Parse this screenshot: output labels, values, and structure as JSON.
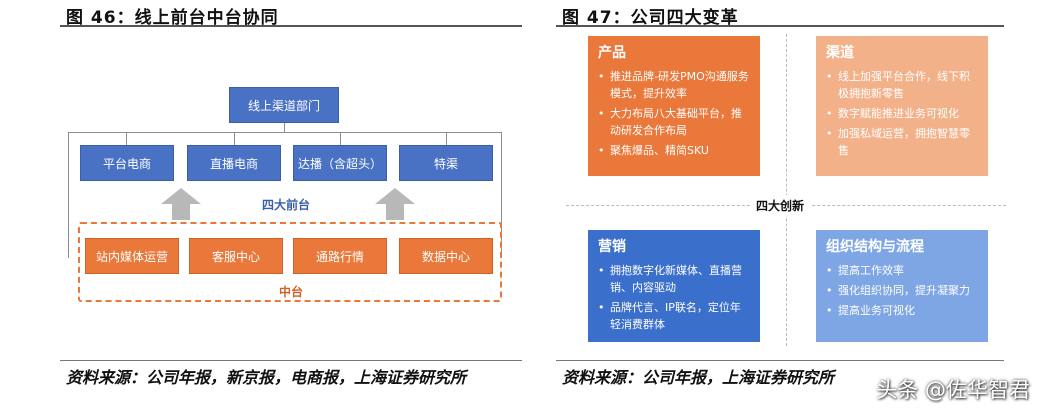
{
  "fig46": {
    "title": "图 46：线上前台中台协同",
    "top_box": "线上渠道部门",
    "front_boxes": [
      "平台电商",
      "直播电商",
      "达播（含超头）",
      "特渠"
    ],
    "front_label": "四大前台",
    "mid_boxes": [
      "站内媒体运营",
      "客服中心",
      "通路行情",
      "数据中心"
    ],
    "mid_label": "中台",
    "source": "资料来源：公司年报，新京报，电商报，上海证券研究所"
  },
  "fig47": {
    "title": "图 47：公司四大变革",
    "center": "四大创新",
    "quadrants": [
      {
        "title": "产品",
        "items": [
          "推进品牌-研发PMO沟通服务模式，提升效率",
          "大力布局八大基础平台，推动研发合作布局",
          "聚焦爆品、精简SKU"
        ]
      },
      {
        "title": "渠道",
        "items": [
          "线上加强平台合作，线下积极拥抱新零售",
          "数字赋能推进业务可视化",
          "加强私域运营，拥抱智慧零售"
        ]
      },
      {
        "title": "营销",
        "items": [
          "拥抱数字化新媒体、直播营销、内容驱动",
          "品牌代言、IP联名，定位年轻消费群体"
        ]
      },
      {
        "title": "组织结构与流程",
        "items": [
          "提高工作效率",
          "强化组织协同，提升凝聚力",
          "提高业务可视化"
        ]
      }
    ],
    "source": "资料来源：公司年报，上海证券研究所"
  },
  "watermark": "头条 @佐华智君",
  "colors": {
    "blue": "#4a72c4",
    "orange": "#e9783a"
  }
}
